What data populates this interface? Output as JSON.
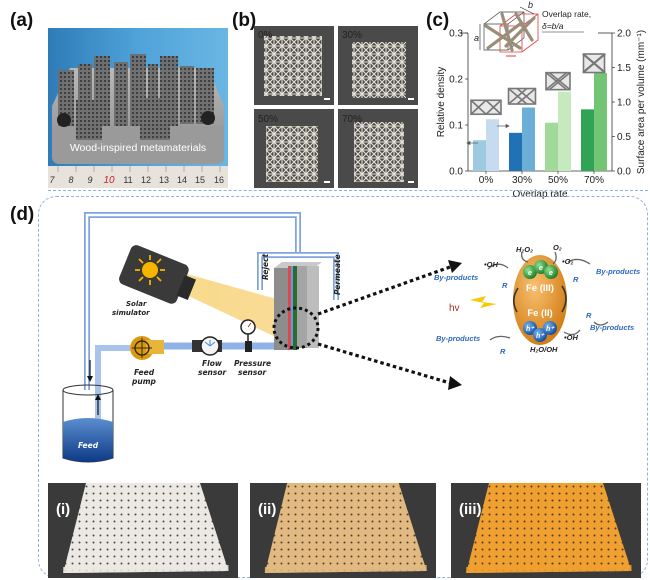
{
  "panels": {
    "a": {
      "label": "(a)",
      "caption": "Wood-inspired metamaterials",
      "ruler_ticks": [
        "7",
        "8",
        "9",
        "10",
        "11",
        "12",
        "13",
        "14",
        "15",
        "16"
      ],
      "ruler_highlight": "10"
    },
    "b": {
      "label": "(b)",
      "samples": [
        "0%",
        "30%",
        "50%",
        "70%"
      ]
    },
    "c": {
      "label": "(c)",
      "inset": {
        "dim_a": "a",
        "dim_b": "b",
        "title_line1": "Overlap rate,",
        "title_line2": "δ=b/a"
      }
    },
    "d": {
      "label": "(d)",
      "schematic": {
        "solar_simulator": [
          "Solar",
          "simulator"
        ],
        "reject": "Reject",
        "permeate": "Permeate",
        "feed_pump": [
          "Feed",
          "pump"
        ],
        "flow_sensor": [
          "Flow",
          "sensor"
        ],
        "pressure_sensor": [
          "Pressure",
          "sensor"
        ],
        "feed": "Feed"
      },
      "mechanism": {
        "h2o2": "H₂O₂",
        "o2": "O₂",
        "oh_radical_top": "•OH",
        "o2_radical": "•O₂",
        "oh_radical_bottom": "•OH",
        "h2o_oh": "H₂O/OH",
        "fe3": "Fe (III)",
        "fe2": "Fe (II)",
        "electron": "e",
        "hole": "h⁺",
        "hv": "hv",
        "byproducts": "By-products",
        "r": "R"
      },
      "photos": [
        {
          "label": "(i)",
          "color": "#ece8e4"
        },
        {
          "label": "(ii)",
          "color": "#e2b980"
        },
        {
          "label": "(iii)",
          "color": "#f0a030"
        }
      ]
    }
  },
  "chart_data": {
    "type": "bar",
    "title": "",
    "xlabel": "Overlap rate",
    "ylabel": "Relative density",
    "y2label": "Surface area per volume (mm⁻¹)",
    "categories": [
      "0%",
      "30%",
      "50%",
      "70%"
    ],
    "ylim": [
      0,
      0.3
    ],
    "y2lim": [
      0,
      2.0
    ],
    "yticks": [
      "0.0",
      "0.1",
      "0.2",
      "0.3"
    ],
    "y2ticks": [
      "0.0",
      "0.5",
      "1.0",
      "1.5",
      "2.0"
    ],
    "grid": false,
    "series": [
      {
        "name": "Relative density",
        "axis": "left",
        "values": [
          0.067,
          0.083,
          0.105,
          0.134
        ],
        "colors": [
          "#9ecae1",
          "#2171b5",
          "#a1d99b",
          "#31a354"
        ]
      },
      {
        "name": "Surface area per volume",
        "axis": "right",
        "values": [
          0.75,
          0.92,
          1.15,
          1.42
        ],
        "colors": [
          "#c6dbef",
          "#6baed6",
          "#c7e9c0",
          "#74c476"
        ]
      }
    ]
  }
}
